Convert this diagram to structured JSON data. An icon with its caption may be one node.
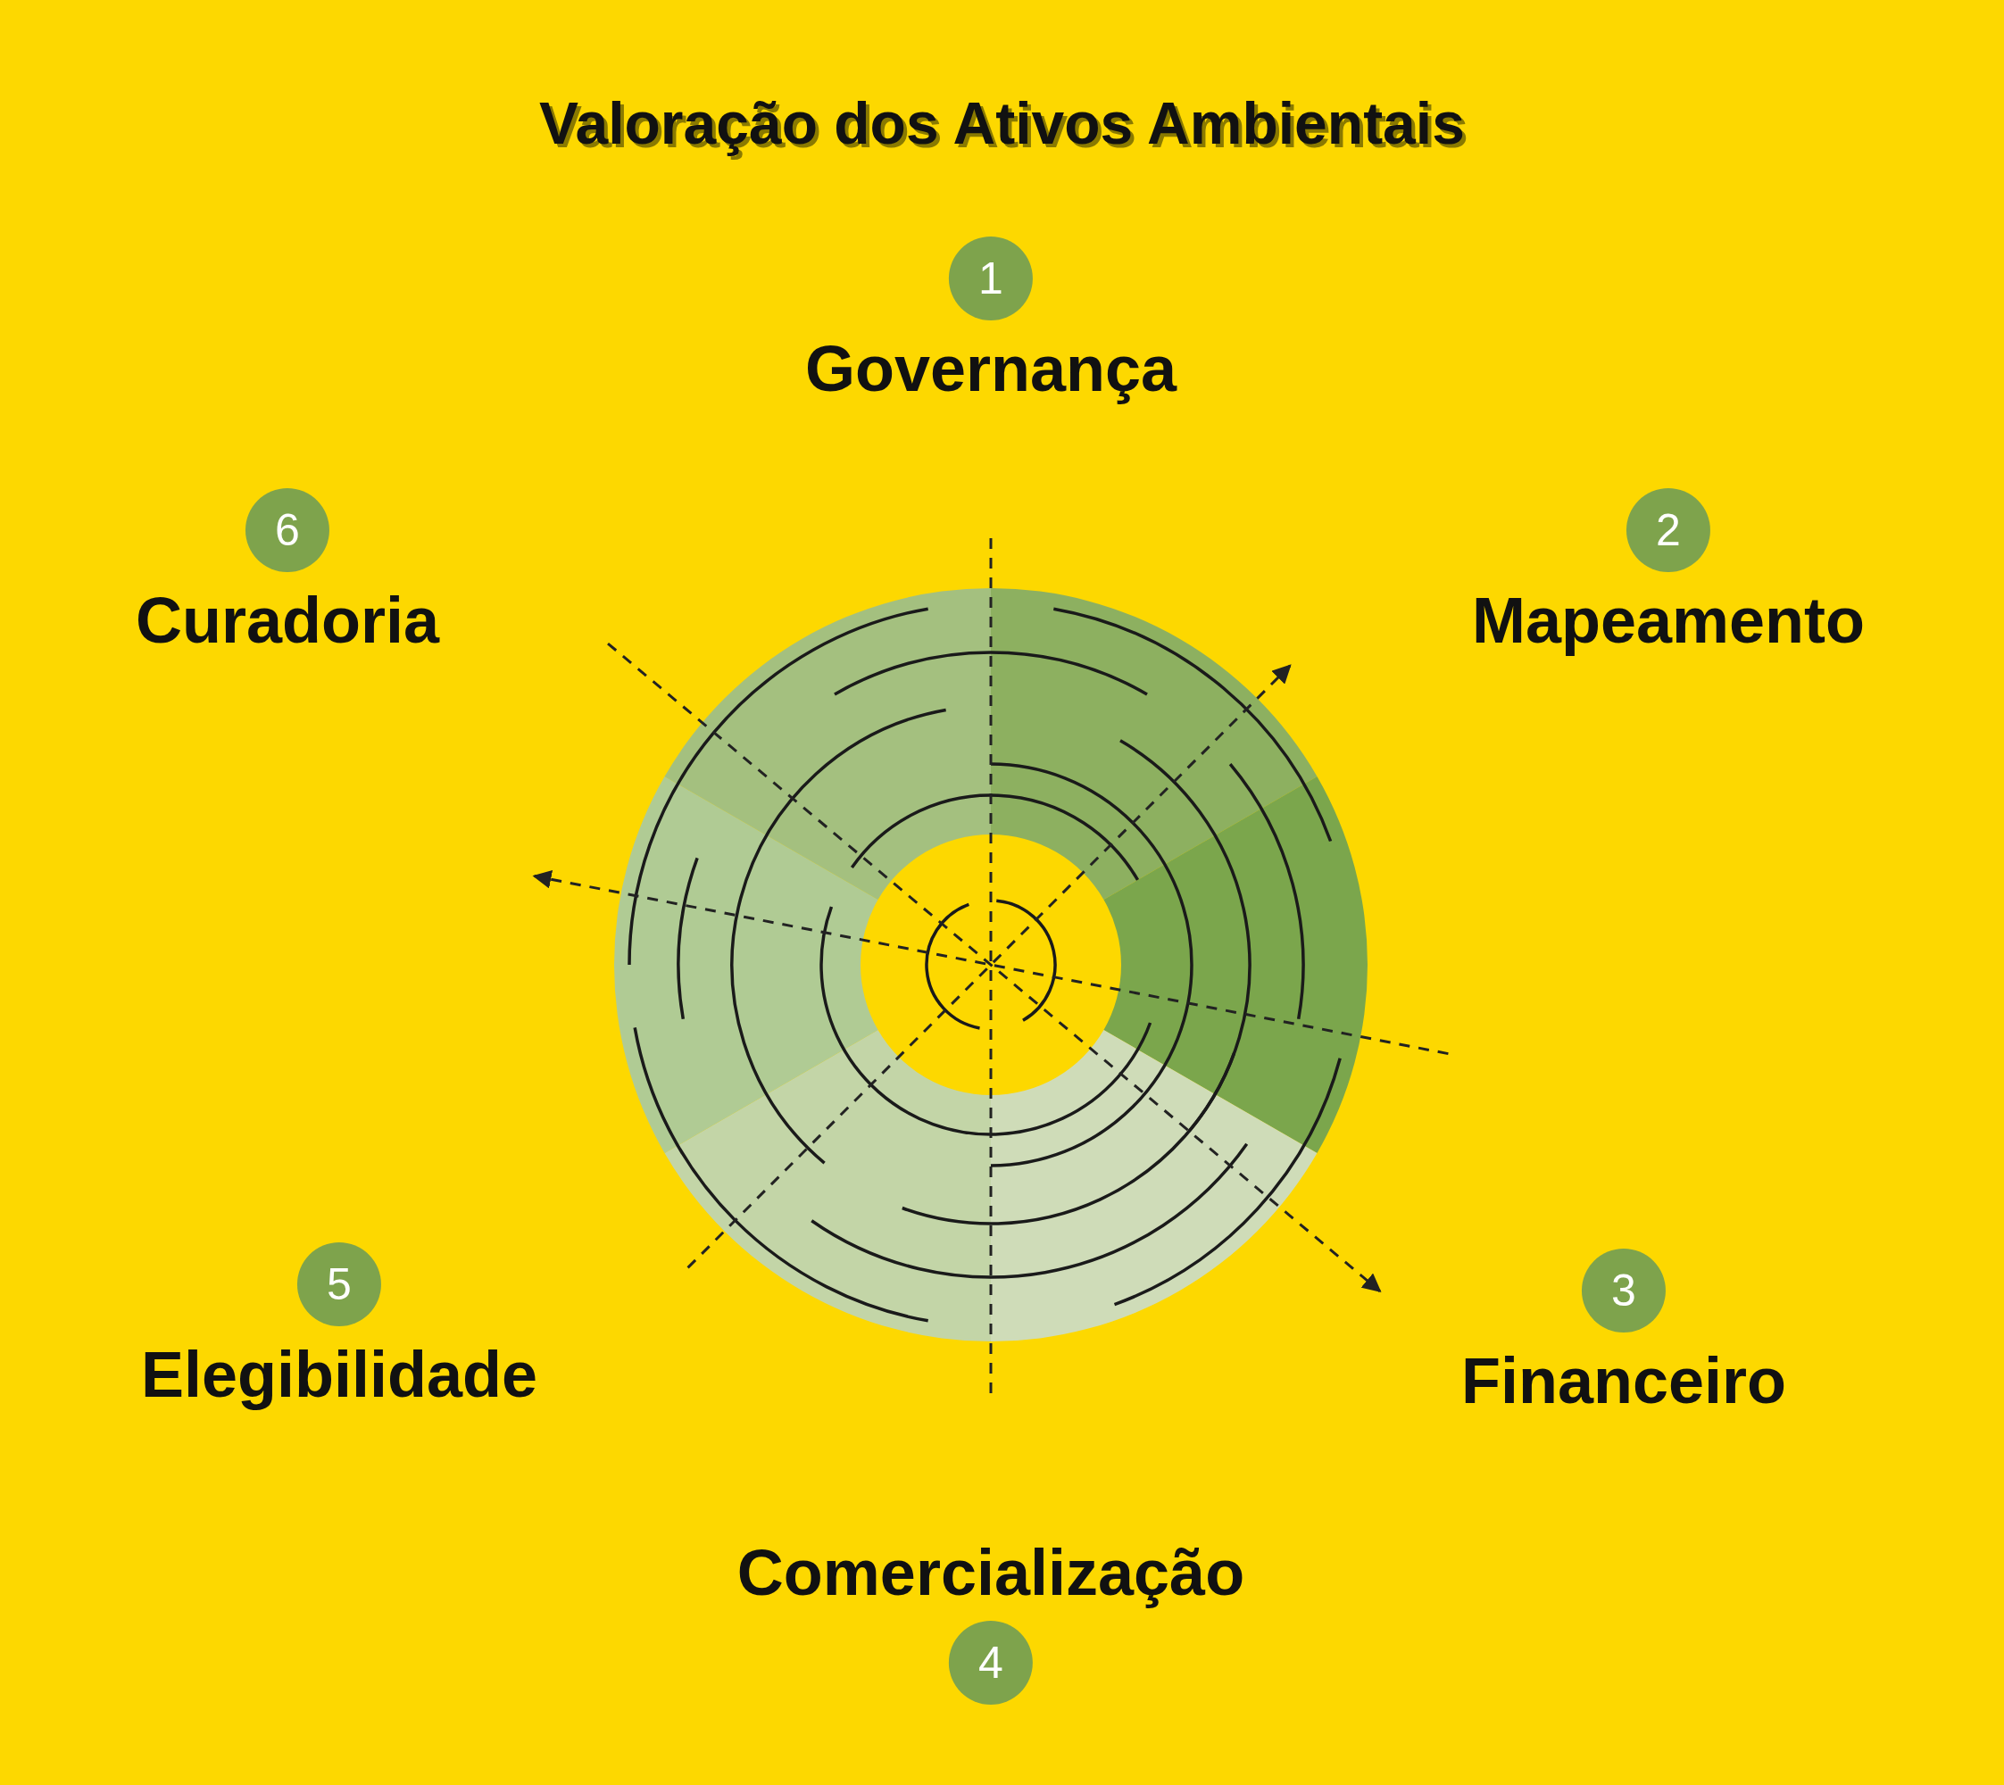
{
  "diagram": {
    "title": "Valoração dos Ativos Ambientais",
    "nodes": [
      {
        "text": [
          "1",
          "Governança"
        ]
      },
      {
        "text": [
          "2",
          "Mapeamento"
        ]
      },
      {
        "text": [
          "3",
          "Financeiro"
        ]
      },
      {
        "text": [
          "Comercialização",
          "4"
        ]
      },
      {
        "text": [
          "5",
          "Elegibilidade"
        ]
      },
      {
        "text": [
          "6",
          "Curadoria"
        ]
      }
    ]
  }
}
